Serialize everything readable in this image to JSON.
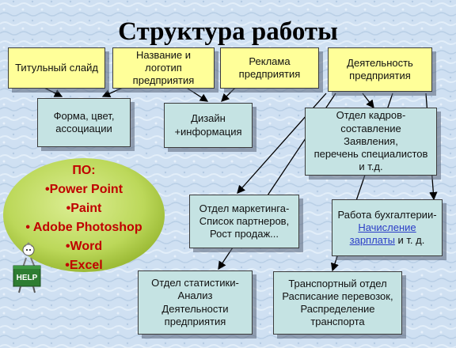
{
  "title": "Структура работы",
  "boxes": {
    "title_slide": "Титульный слайд",
    "name_logo": "Название и\nлоготип\nпредприятия",
    "advertising": "Реклама\nпредприятия",
    "activity": "Деятельность\nпредприятия",
    "form": "Форма, цвет,\nассоциации",
    "design": "Дизайн\n+информация",
    "hr_dept": "Отдел кадров-\nсоставление\nЗаявления,\nперечень специалистов\nи т.д.",
    "marketing": "Отдел маркетинга-\nСписок партнеров,\nРост продаж...",
    "accounting_pre": "Работа бухгалтерии-",
    "accounting_link": "Начисление\nзарплаты",
    "accounting_post": " и т. д.",
    "statistics": "Отдел статистики-\nАнализ\nДеятельности\nпредприятия",
    "transport": "Транспортный отдел\nРасписание перевозок,\nРаспределение\nтранспорта"
  },
  "software": {
    "heading": "ПО:",
    "items": [
      "•Power Point",
      "•Paint",
      "• Adobe Photoshop",
      "•Word",
      "•Excel"
    ]
  },
  "help_label": "HELP",
  "colors": {
    "background": "#cfe0f2",
    "yellow_box": "#ffff99",
    "teal_box": "#c5e3e3",
    "software_ellipse": "#bcd85a",
    "software_text": "#c00000"
  }
}
